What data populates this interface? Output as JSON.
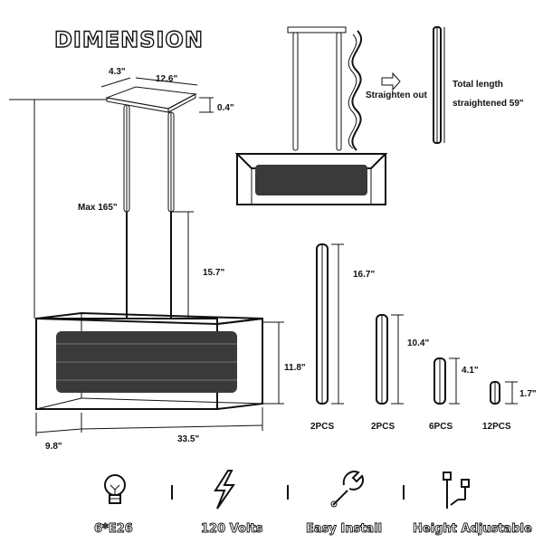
{
  "title": "DIMENSION",
  "dimensions": {
    "canopy_depth": "4.3\"",
    "canopy_width": "12.6\"",
    "canopy_height": "0.4\"",
    "max_height": "Max 165\"",
    "rod_length": "15.7\"",
    "body_height": "11.8\"",
    "body_depth": "9.8\"",
    "body_length": "33.5\""
  },
  "chain_note": {
    "straighten": "Straighten out",
    "total_line1": "Total length",
    "total_line2": "straightened  59\""
  },
  "rods": [
    {
      "length": "16.7\"",
      "qty": "2PCS"
    },
    {
      "length": "10.4\"",
      "qty": "2PCS"
    },
    {
      "length": "4.1\"",
      "qty": "6PCS"
    },
    {
      "length": "1.7\"",
      "qty": "12PCS"
    }
  ],
  "features": [
    {
      "icon": "bulb-icon",
      "label": "6*E26"
    },
    {
      "icon": "lightning-icon",
      "label": "120 Volts"
    },
    {
      "icon": "wrench-icon",
      "label": "Easy Install"
    },
    {
      "icon": "height-adjust-icon",
      "label": "Height Adjustable"
    }
  ]
}
